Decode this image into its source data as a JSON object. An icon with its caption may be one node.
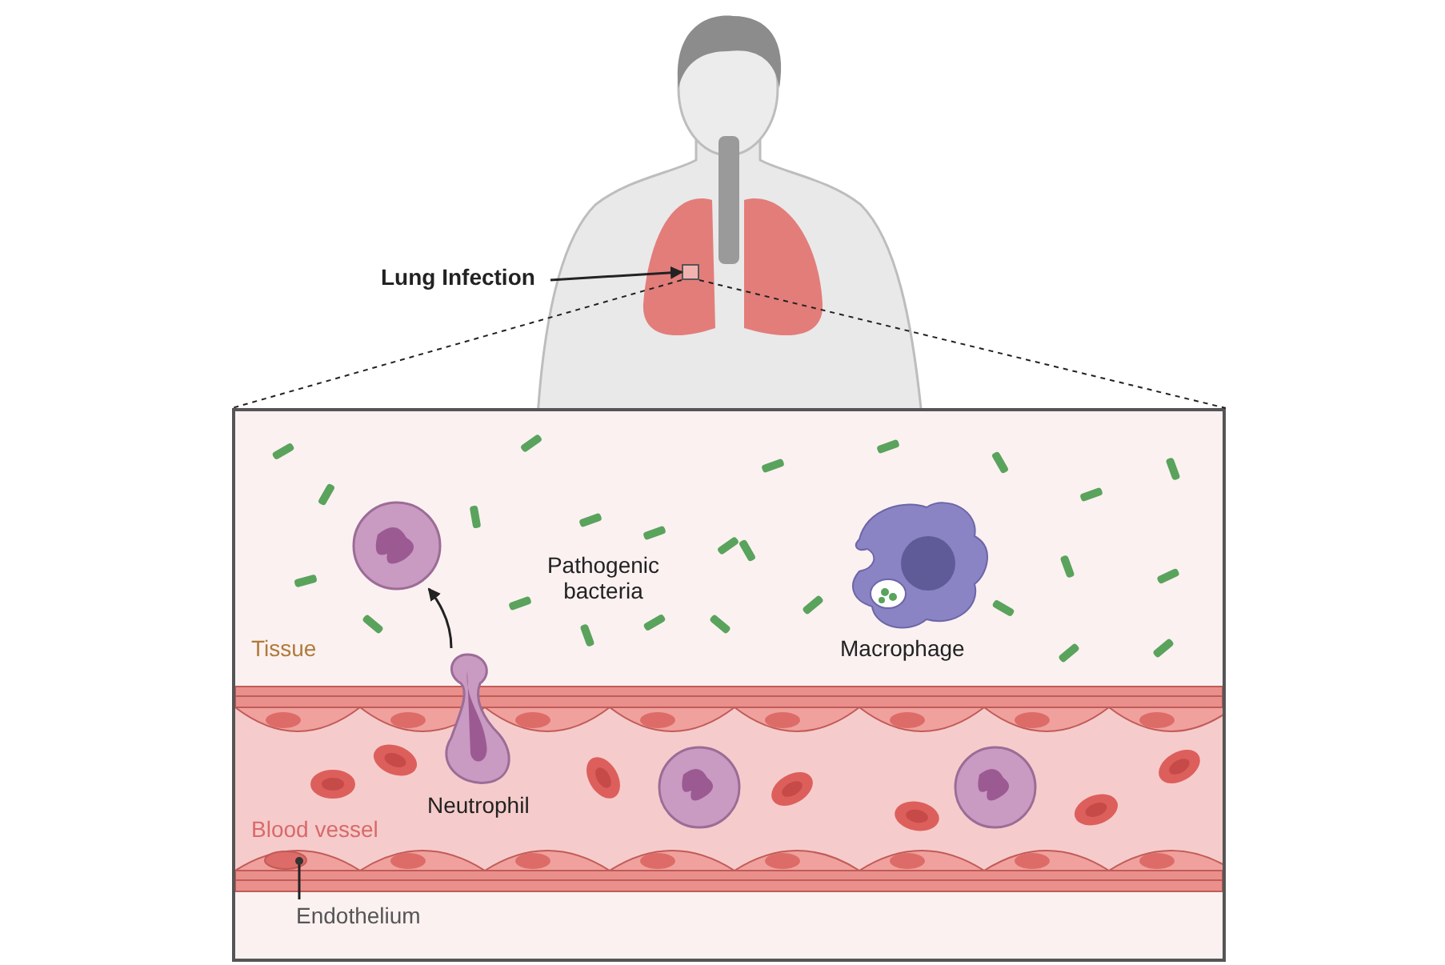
{
  "diagram": {
    "nodes": [
      {
        "text": [
          "Lung Infection"
        ]
      },
      {
        "text": [],
        "shape": "box"
      },
      {
        "text": [],
        "shape": "box"
      },
      {
        "text": [],
        "shape": "picture",
        "in": 2
      },
      {
        "text": [
          "Neutrophil"
        ],
        "in": 2
      },
      {
        "text": [
          "Endothelium"
        ],
        "in": 2
      },
      {
        "text": [],
        "shape": "picture",
        "in": 2
      }
    ],
    "edges": [
      {
        "from": 0,
        "to": 1,
        "arrow": "to"
      },
      {
        "from": 1,
        "to": 2,
        "arrow": "none",
        "style": "dashed"
      },
      {
        "from": 1,
        "to": 2,
        "arrow": "none",
        "style": "dashed"
      },
      {
        "from": 4,
        "to": 3,
        "arrow": "to"
      },
      {
        "from": 5,
        "to": 6,
        "arrow": "other"
      }
    ],
    "labels": [
      "Pathogenic bacteria",
      "Tissue",
      "Macrophage",
      "Blood vessel"
    ]
  }
}
